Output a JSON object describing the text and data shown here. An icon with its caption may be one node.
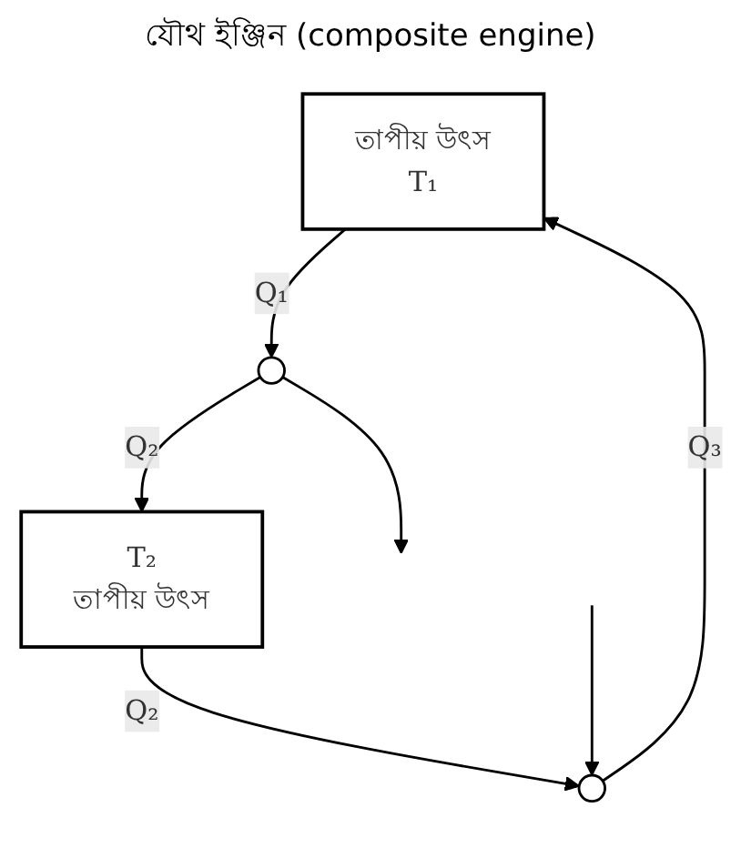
{
  "diagram": {
    "title": "যৌথ ইঞ্জিন (composite engine)",
    "nodes": [
      {
        "text": [
          "তাপীয় উৎস",
          "T₁"
        ]
      },
      {
        "text": [],
        "shape": "circle"
      },
      {
        "text": [],
        "shape": "circle"
      },
      {
        "text": [
          "T₂",
          "তাপীয় উৎস"
        ]
      }
    ],
    "edges": [
      {
        "from": 0,
        "to": 1,
        "arrow": "to",
        "label": "Q₁"
      },
      {
        "from": 1,
        "to": 3,
        "arrow": "to",
        "label": "Q₂"
      },
      {
        "from": 3,
        "to": 2,
        "arrow": "to",
        "label": "Q₂"
      },
      {
        "from": 2,
        "to": 0,
        "arrow": "to",
        "label": "Q₃"
      },
      {
        "from": 1,
        "to": null,
        "arrow": "to"
      },
      {
        "from": null,
        "to": 2,
        "arrow": "to"
      }
    ]
  }
}
